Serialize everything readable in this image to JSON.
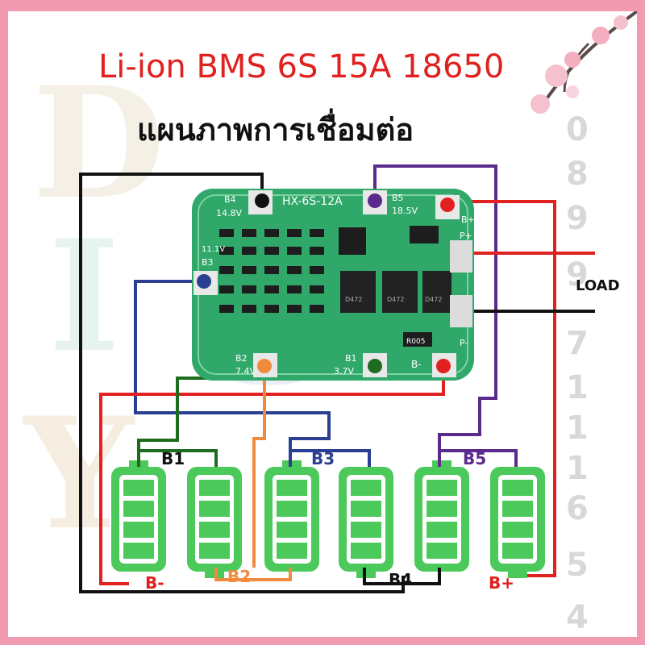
{
  "header": {
    "title": "Li-ion BMS 6S 15A 18650",
    "subtitle": "แผนภาพการเชื่อมต่อ"
  },
  "board": {
    "model": "HX-6S-12A",
    "b4_label": "B4",
    "b4_voltage": "14.8V",
    "b5_label": "B5",
    "b5_voltage": "18.5V",
    "b3_label": "B3",
    "b3_voltage": "11.1V",
    "b2_label": "B2",
    "b2_voltage": "7.4V",
    "b1_label": "B1",
    "b1_voltage": "3.7V",
    "bminus_label": "B-",
    "bplus_label": "B+",
    "pplus_label": "P+",
    "pminus_label": "P-",
    "resistor_label": "R005",
    "mosfet_label": "D472"
  },
  "load_label": "LOAD",
  "cells": {
    "group_b1": "B1",
    "group_b3": "B3",
    "group_b5": "B5",
    "group_b2": "B2",
    "group_b4": "B4",
    "bminus": "B-",
    "bplus": "B+"
  },
  "watermark": {
    "phone_digits": [
      "0",
      "8",
      "9",
      "9",
      "7",
      "1",
      "1",
      "1",
      "6",
      "5",
      "4"
    ]
  },
  "colors": {
    "black_wire": "#111111",
    "purple_wire": "#5b2a8c",
    "red_wire": "#e0211f",
    "blue_wire": "#2a3f91",
    "orange_wire": "#f08a3c",
    "green_wire": "#1f6b1f",
    "pcb_green": "#2fa86a",
    "cell_green": "#4cc95b",
    "frame_pink": "#f29bb0",
    "title_red": "#e0211f"
  }
}
